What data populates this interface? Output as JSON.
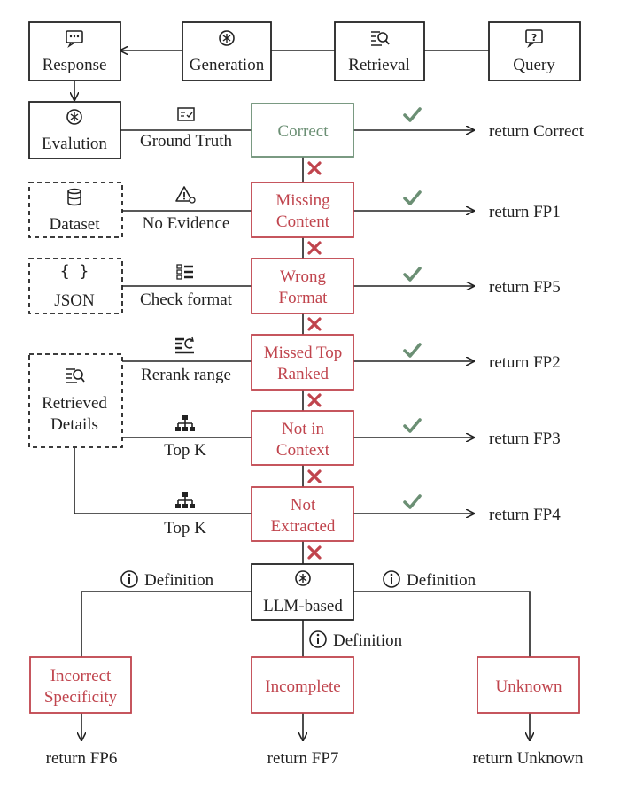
{
  "top_row": {
    "response": {
      "label": "Response",
      "icon": "chat-icon"
    },
    "generation": {
      "label": "Generation",
      "icon": "llm-icon"
    },
    "retrieval": {
      "label": "Retrieval",
      "icon": "retrieval-icon"
    },
    "query": {
      "label": "Query",
      "icon": "question-icon"
    }
  },
  "evaluation": {
    "label": "Evalution",
    "icon": "llm-icon"
  },
  "sources": {
    "dataset": {
      "label": "Dataset",
      "icon": "database-icon"
    },
    "json": {
      "label": "JSON",
      "icon": "braces-icon"
    },
    "retrieved_details": {
      "line1": "Retrieved",
      "line2": "Details",
      "icon": "retrieval-icon"
    }
  },
  "edge_labels": {
    "ground_truth": "Ground Truth",
    "no_evidence": "No Evidence",
    "check_format": "Check format",
    "rerank_range": "Rerank range",
    "top_k_1": "Top K",
    "top_k_2": "Top K"
  },
  "checks": {
    "correct": {
      "line1": "Correct",
      "result": "return Correct"
    },
    "missing_content": {
      "line1": "Missing",
      "line2": "Content",
      "result": "return FP1"
    },
    "wrong_format": {
      "line1": "Wrong",
      "line2": "Format",
      "result": "return FP5"
    },
    "missed_top_ranked": {
      "line1": "Missed Top",
      "line2": "Ranked",
      "result": "return FP2"
    },
    "not_in_context": {
      "line1": "Not in",
      "line2": "Context",
      "result": "return FP3"
    },
    "not_extracted": {
      "line1": "Not",
      "line2": "Extracted",
      "result": "return FP4"
    }
  },
  "llm": {
    "label": "LLM-based",
    "icon": "llm-icon"
  },
  "definitions": {
    "left": "Definition",
    "right": "Definition",
    "center": "Definition"
  },
  "outcomes": {
    "incorrect_specificity": {
      "line1": "Incorrect",
      "line2": "Specificity",
      "result": "return FP6"
    },
    "incomplete": {
      "line1": "Incomplete",
      "result": "return FP7"
    },
    "unknown": {
      "line1": "Unknown",
      "result": "return Unknown"
    }
  },
  "colors": {
    "red": "#c0444d",
    "green": "#6b8f74",
    "line": "#222222"
  }
}
